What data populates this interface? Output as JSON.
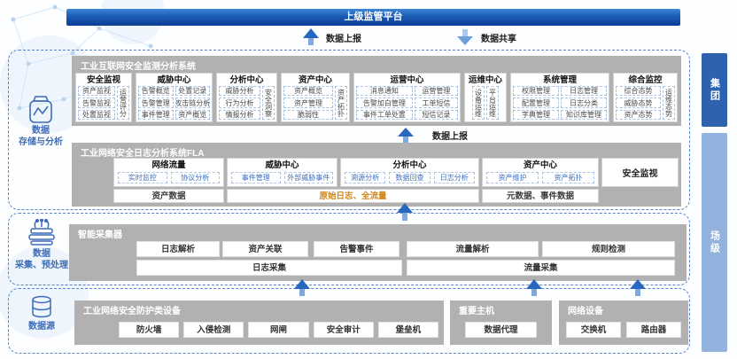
{
  "top_platform": {
    "label": "上级监管平台"
  },
  "flows": {
    "report_top": "数据上报",
    "share": "数据共享",
    "report_mid": "数据上报"
  },
  "tags": {
    "group": "集团",
    "site": "场级"
  },
  "storage": {
    "rail": {
      "line1": "数据",
      "line2": "存储与分析"
    },
    "monitor": {
      "title": "工业互联网安全监测分析系统",
      "columns": [
        {
          "title": "安全监视",
          "items": [
            "资产监视",
            "告警监视",
            "处置监视"
          ],
          "side": "运营评分"
        },
        {
          "title": "威胁中心",
          "items": [
            "告警概览",
            "处置记录",
            "告警管理",
            "攻击链分析",
            "事件管理",
            "资产概览"
          ]
        },
        {
          "title": "分析中心",
          "items": [
            "威胁分析",
            "行为分析",
            "情报分析"
          ],
          "side": "安全洞察"
        },
        {
          "title": "资产中心",
          "items": [
            "资产概览",
            "资产管理",
            "脆弱性"
          ],
          "side": "资产拓扑"
        },
        {
          "title": "运营中心",
          "items": [
            "消息通知",
            "运营管理",
            "告警加白管理",
            "工单短信",
            "事件工单处置",
            "短信记录"
          ]
        },
        {
          "title": "运维中心",
          "vitems": [
            "设备运维",
            "平台运维"
          ]
        },
        {
          "title": "系统管理",
          "items": [
            "权限管理",
            "日志管理",
            "配置管理",
            "日志分类",
            "字典管理",
            "知识库管理"
          ]
        },
        {
          "title": "综合监控",
          "items": [
            "综合态势",
            "威胁态势",
            "资产态势"
          ],
          "side": "运维态势"
        }
      ]
    },
    "fla": {
      "title": "工业网络安全日志分析系统FLA",
      "columns": [
        {
          "title": "网络流量",
          "items": [
            "实时监控",
            "协议分析"
          ]
        },
        {
          "title": "威胁中心",
          "items": [
            "事件管理",
            "外部威胁事件"
          ]
        },
        {
          "title": "分析中心",
          "items": [
            "溯源分析",
            "数据回查",
            "日志分析"
          ]
        },
        {
          "title": "资产中心",
          "items": [
            "资产维护",
            "资产拓扑"
          ]
        },
        {
          "title": "安全监视"
        }
      ],
      "bottoms": [
        "资产数据",
        "原始日志、全流量",
        "元数据、事件数据"
      ]
    }
  },
  "collect": {
    "rail": {
      "line1": "数据",
      "line2": "采集、预处理"
    },
    "collector": {
      "title": "智能采集器",
      "modules": [
        "日志解析",
        "资产关联",
        "告警事件",
        "流量解析",
        "规则检测"
      ],
      "log": "日志采集",
      "flow": "流量采集"
    }
  },
  "source": {
    "rail": {
      "label": "数据源"
    },
    "groups": [
      {
        "title": "工业网络安全防护类设备",
        "items": [
          "防火墙",
          "入侵检测",
          "网闸",
          "安全审计",
          "堡垒机"
        ]
      },
      {
        "title": "重要主机",
        "items": [
          "数据代理"
        ]
      },
      {
        "title": "网络设备",
        "items": [
          "交换机",
          "路由器"
        ]
      }
    ]
  },
  "icons": {
    "storage": "data-jar-icon",
    "collector": "collector-stack-icon",
    "datasource": "database-cylinder-icon",
    "up_arrow": "up-arrow-icon",
    "down_arrow": "down-arrow-icon"
  },
  "colors": {
    "topbar_start": "#3c86d8",
    "topbar_end": "#0a3d92",
    "panel_gray": "#b1b1b1",
    "tag_group": "#2e62ae",
    "tag_site": "#93b3de",
    "accent_blue": "#3e6cb8",
    "chip_border": "#a7c4e9",
    "dashed_border": "#5585cf",
    "orange_text": "#d0861c",
    "arrow_blue": "#2767bd"
  }
}
